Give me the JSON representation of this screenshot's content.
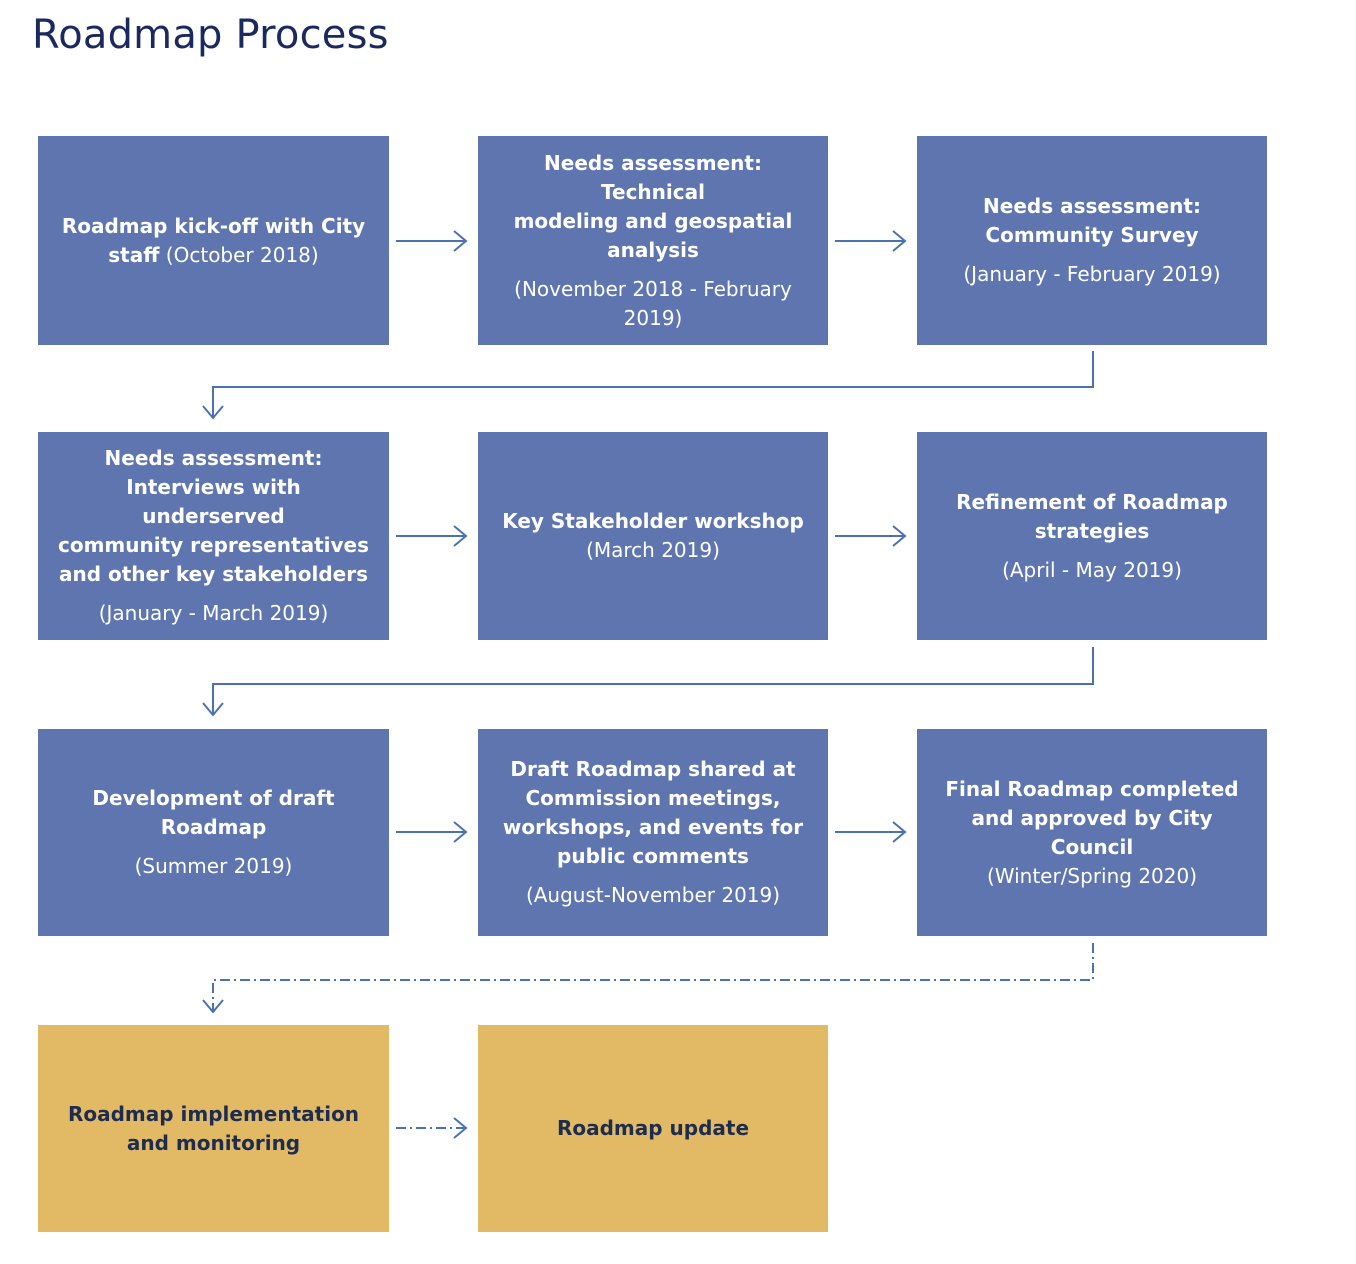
{
  "title": "Roadmap Process",
  "colors": {
    "step_fill": "#5e75b0",
    "future_fill": "#e2b964",
    "connector": "#4a72b2",
    "title": "#1b2a5e"
  },
  "steps": [
    {
      "bold": "Roadmap kick-off with City\nstaff",
      "date": " (October 2018)"
    },
    {
      "bold": "Needs assessment: Technical\nmodeling and geospatial\nanalysis",
      "date": "(November 2018 - February\n2019)"
    },
    {
      "bold": "Needs assessment:\nCommunity Survey",
      "date": "(January - February 2019)"
    },
    {
      "bold": "Needs assessment:\nInterviews with underserved\ncommunity representatives\nand other key stakeholders",
      "date": "(January - March 2019)"
    },
    {
      "bold": "Key Stakeholder workshop",
      "date": "(March 2019)"
    },
    {
      "bold": "Refinement of Roadmap\nstrategies",
      "date": "(April - May 2019)"
    },
    {
      "bold": "Development of draft\nRoadmap",
      "date": "(Summer 2019)"
    },
    {
      "bold": "Draft Roadmap shared at\nCommission meetings,\nworkshops, and events for\npublic  comments",
      "date": "(August-November 2019)"
    },
    {
      "bold": "Final Roadmap completed\nand approved by City Council",
      "date": "(Winter/Spring 2020)"
    }
  ],
  "future_steps": [
    {
      "bold": "Roadmap implementation\nand monitoring"
    },
    {
      "bold": "Roadmap update"
    }
  ]
}
